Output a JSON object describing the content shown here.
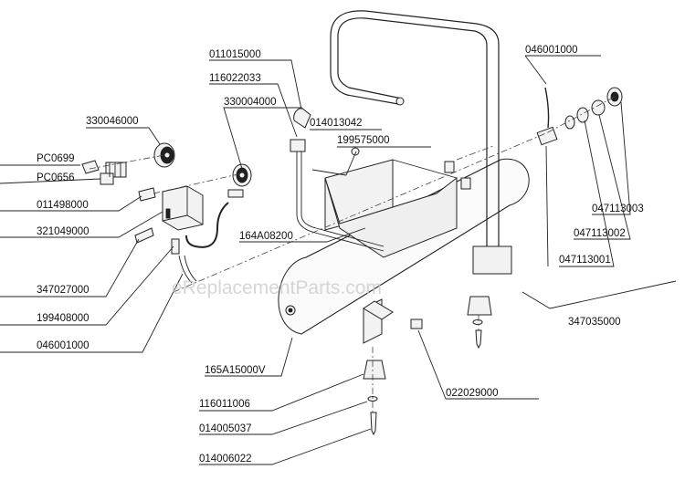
{
  "watermark": "eReplacementParts.com",
  "part_labels": {
    "p011015000": "011015000",
    "p116022033": "116022033",
    "p330004000": "330004000",
    "p330046000": "330046000",
    "pPC0699": "PC0699",
    "pPC0656": "PC0656",
    "p011498000": "011498000",
    "p321049000": "321049000",
    "p347027000": "347027000",
    "p199408000": "199408000",
    "p046001000_left": "046001000",
    "p014013042": "014013042",
    "p199575000": "199575000",
    "p164A08200": "164A08200",
    "p046001000_right": "046001000",
    "p047113003": "047113003",
    "p047113002": "047113002",
    "p047113001": "047113001",
    "p347035000": "347035000",
    "p165A15000V": "165A15000V",
    "p116011006": "116011006",
    "p014005037": "014005037",
    "p014006022": "014006022",
    "p022029000": "022029000"
  }
}
